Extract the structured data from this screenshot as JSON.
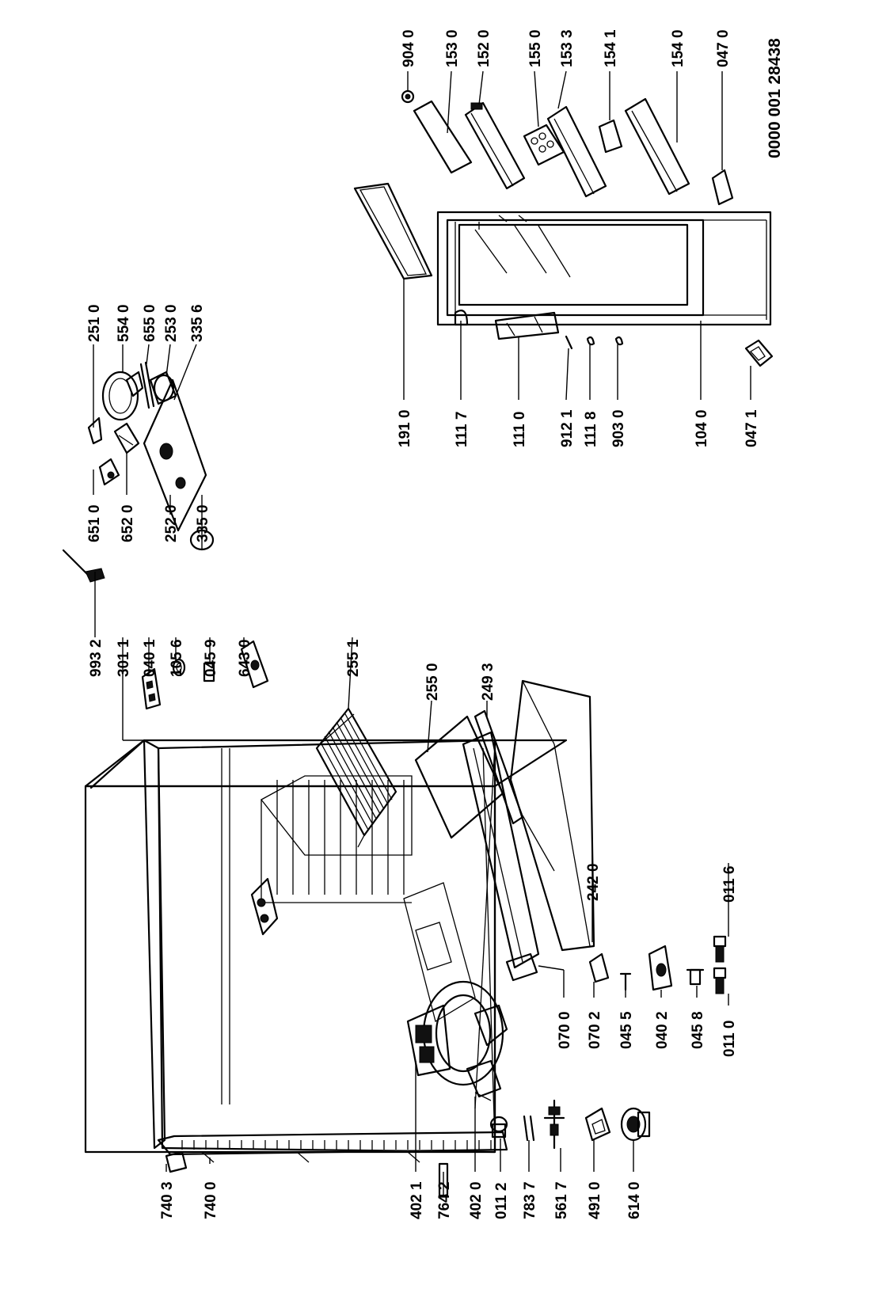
{
  "diagram": {
    "document_id": "0000 001 28438",
    "labels": {
      "p9932": "993 2",
      "p3011": "301 1",
      "p0401": "040 1",
      "p1056": "105 6",
      "p0459": "045 9",
      "p6430": "643 0",
      "p2551": "255 1",
      "p2550": "255 0",
      "p2493": "249 3",
      "p2420": "242 0",
      "p0116": "011 6",
      "p0110": "011 0",
      "p0458": "045 8",
      "p0402": "040 2",
      "p0455": "045 5",
      "p0702": "070 2",
      "p0700": "070 0",
      "p7403": "740 3",
      "p7400": "740 0",
      "p4021": "402 1",
      "p7642": "764 2",
      "p4020": "402 0",
      "p0112": "011 2",
      "p7837": "783 7",
      "p5617": "561 7",
      "p4910": "491 0",
      "p6140": "614 0",
      "p6510": "651 0",
      "p6520": "652 0",
      "p2520": "252 0",
      "p3350": "335 0",
      "p2510": "251 0",
      "p5540": "554 0",
      "p6550": "655 0",
      "p2530": "253 0",
      "p3356": "335 6",
      "p1910": "191 0",
      "p1117": "111 7",
      "p1110": "111 0",
      "p9121": "912 1",
      "p1118": "111 8",
      "p9030": "903 0",
      "p1040": "104 0",
      "p0471": "047 1",
      "p9040": "904 0",
      "p1530": "153 0",
      "p1520": "152 0",
      "p1550": "155 0",
      "p1533": "153 3",
      "p1541": "154 1",
      "p1540": "154 0",
      "p0470": "047 0"
    }
  }
}
